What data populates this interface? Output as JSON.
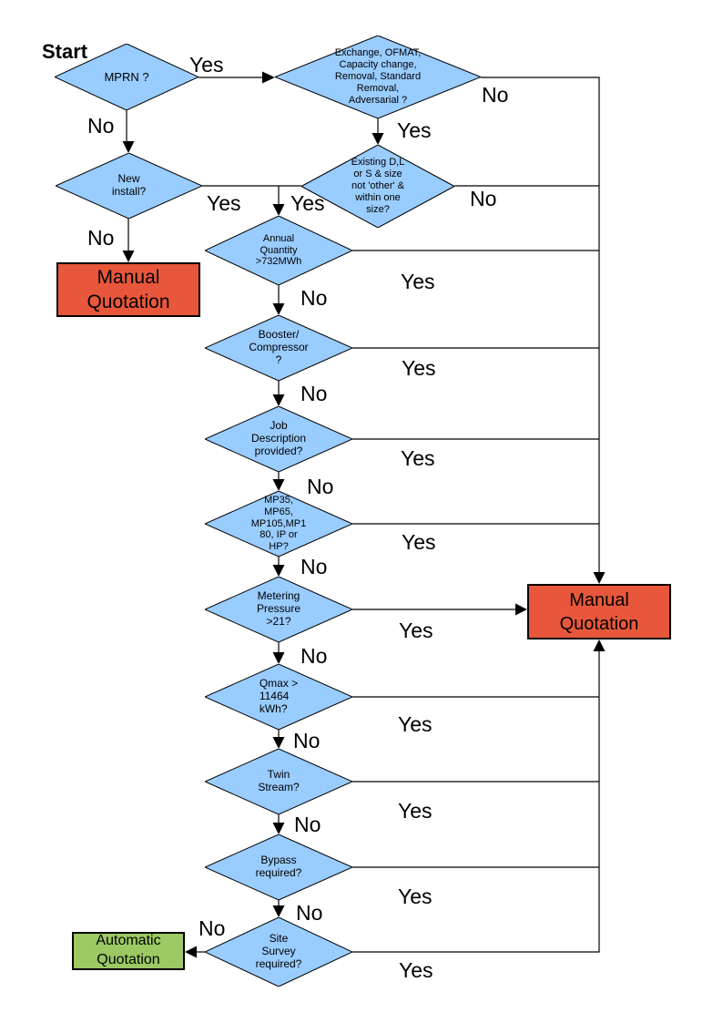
{
  "colors": {
    "decision_fill": "#99CCFF",
    "manual_fill": "#E8573B",
    "auto_fill": "#9CC963",
    "line": "#000000"
  },
  "start_label": "Start",
  "nodes": {
    "mprn": "MPRN ?",
    "exchange": "Exchange, OFMAT,\nCapacity change,\nRemoval, Standard\nRemoval,\nAdversarial ?",
    "new_install": "New\ninstall?",
    "existing": "Existing D,L\nor S & size\nnot 'other' &\nwithin one\nsize?",
    "annual": "Annual\nQuantity\n>732MWh",
    "booster": "Booster/\nCompressor\n?",
    "job_desc": "Job\nDescription\nprovided?",
    "mp_tier": "MP35,\nMP65,\nMP105,MP1\n80, IP or\nHP?",
    "metering": "Metering\nPressure\n>21?",
    "qmax": "Qmax >\n11464\nkWh?",
    "twin": "Twin\nStream?",
    "bypass": "Bypass\nrequired?",
    "site_survey": "Site\nSurvey\nrequired?",
    "manual_left": "Manual\nQuotation",
    "manual_right": "Manual\nQuotation",
    "auto": "Automatic\nQuotation"
  },
  "edge_labels": {
    "mprn_yes": "Yes",
    "mprn_no": "No",
    "exchange_no": "No",
    "exchange_yes": "Yes",
    "existing_no": "No",
    "existing_yes": "Yes",
    "new_yes": "Yes",
    "new_no": "No",
    "annual_no": "No",
    "annual_yes": "Yes",
    "booster_no": "No",
    "booster_yes": "Yes",
    "job_no": "No",
    "job_yes": "Yes",
    "mp_no": "No",
    "mp_yes": "Yes",
    "metering_no": "No",
    "metering_yes": "Yes",
    "qmax_no": "No",
    "qmax_yes": "Yes",
    "twin_no": "No",
    "twin_yes": "Yes",
    "bypass_no": "No",
    "bypass_yes": "Yes",
    "site_no": "No",
    "site_yes": "Yes"
  }
}
